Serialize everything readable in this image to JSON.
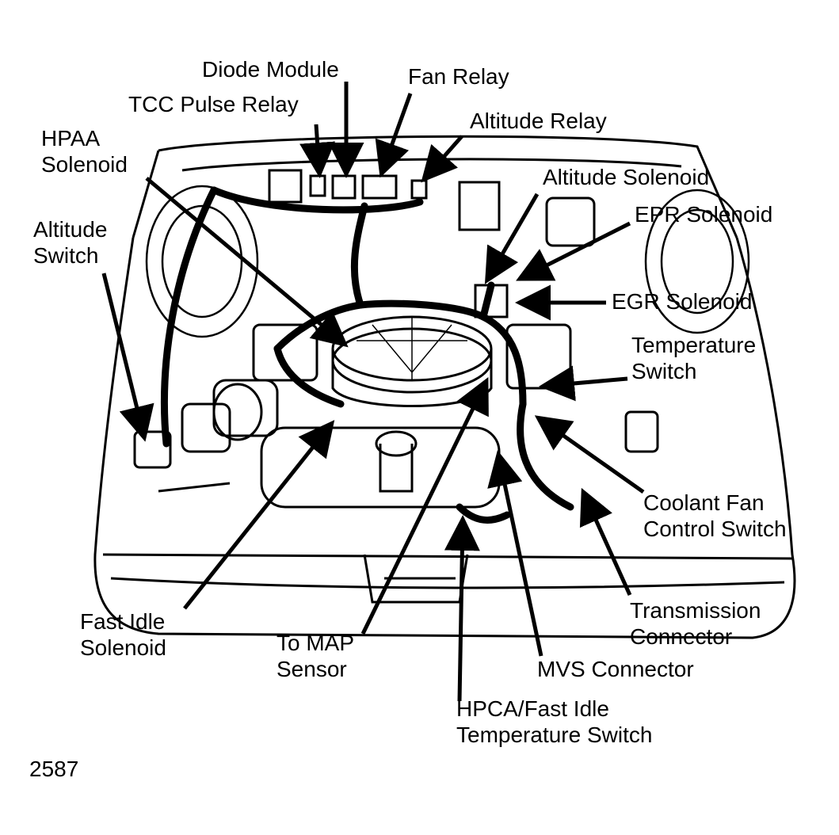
{
  "figure_id": "2587",
  "labels": {
    "diode_module": [
      "Diode Module"
    ],
    "fan_relay": [
      "Fan Relay"
    ],
    "tcc_pulse_relay": [
      "TCC Pulse Relay"
    ],
    "altitude_relay": [
      "Altitude Relay"
    ],
    "hpaa_solenoid": [
      "HPAA",
      "Solenoid"
    ],
    "altitude_solenoid": [
      "Altitude Solenoid"
    ],
    "epr_solenoid": [
      "EPR Solenoid"
    ],
    "altitude_switch": [
      "Altitude",
      "Switch"
    ],
    "egr_solenoid": [
      "EGR Solenoid"
    ],
    "temperature_switch": [
      "Temperature",
      "Switch"
    ],
    "coolant_fan_control_switch": [
      "Coolant Fan",
      "Control Switch"
    ],
    "transmission_connector": [
      "Transmission",
      "Connector"
    ],
    "fast_idle_solenoid": [
      "Fast Idle",
      "Solenoid"
    ],
    "to_map_sensor": [
      "To MAP",
      "Sensor"
    ],
    "mvs_connector": [
      "MVS Connector"
    ],
    "hpca_fast_idle_temperature_switch": [
      "HPCA/Fast Idle",
      "Temperature Switch"
    ]
  },
  "colors": {
    "ink": "#000000",
    "paper": "#ffffff"
  }
}
